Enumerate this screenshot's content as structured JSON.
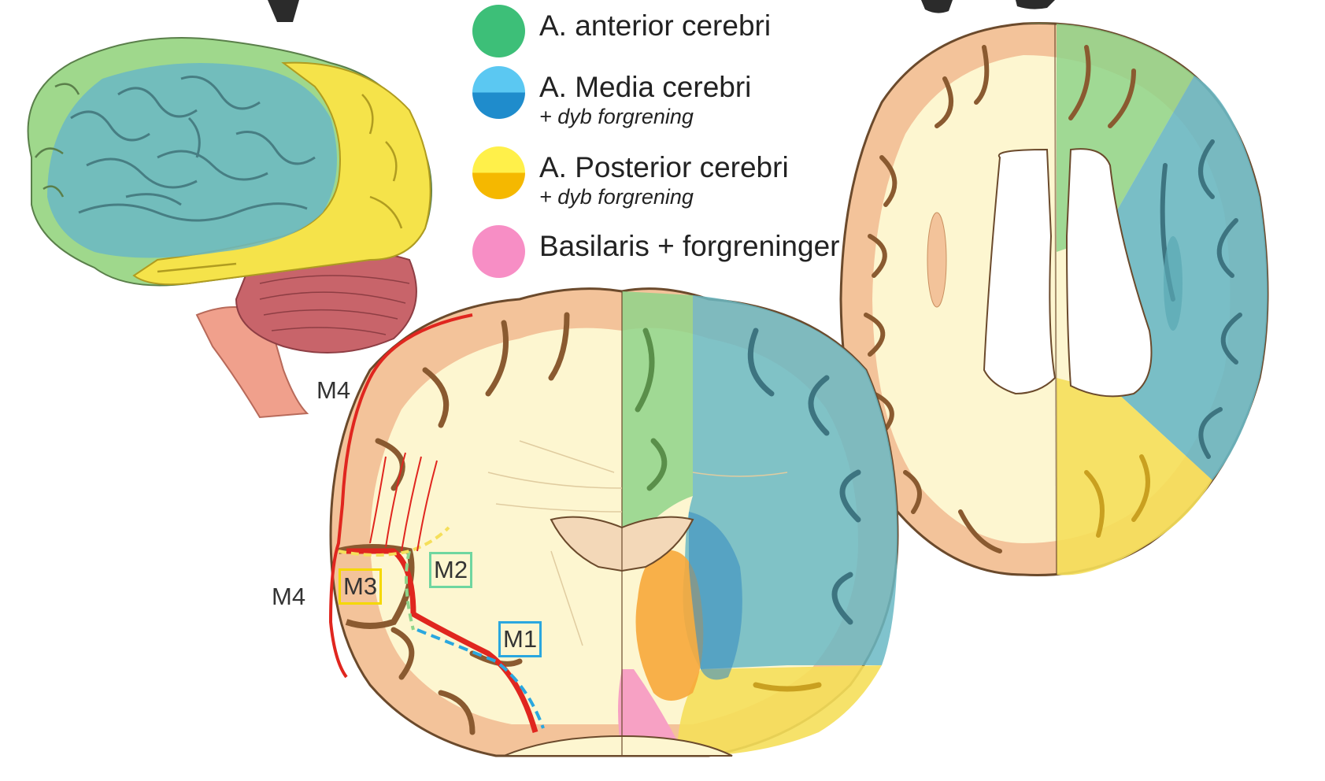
{
  "legend": [
    {
      "label": "A. anterior cerebri",
      "sub": "",
      "color_top": "#3dbf78",
      "color_bottom": "#3dbf78"
    },
    {
      "label": "A. Media cerebri",
      "sub": "+ dyb forgrening",
      "color_top": "#5bc8f2",
      "color_bottom": "#1f8ccc"
    },
    {
      "label": "A. Posterior cerebri",
      "sub": "+ dyb forgrening",
      "color_top": "#fff04a",
      "color_bottom": "#f5b800"
    },
    {
      "label": "Basilaris + forgreninger",
      "sub": "",
      "color_top": "#f78ec5",
      "color_bottom": "#f78ec5"
    }
  ],
  "segments": {
    "m4_lateral": "M4",
    "m4_coronal": "M4",
    "m3": "M3",
    "m2": "M2",
    "m1": "M1"
  },
  "colors": {
    "anterior": "#8fd48a",
    "media": "#79c9d0",
    "posterior": "#f5df5a",
    "basilaris": "#f7a1c4",
    "cortex": "#f3c39a",
    "white_matter": "#fdf6d0",
    "sulcus": "#9e6a3a",
    "artery": "#e0261f"
  }
}
